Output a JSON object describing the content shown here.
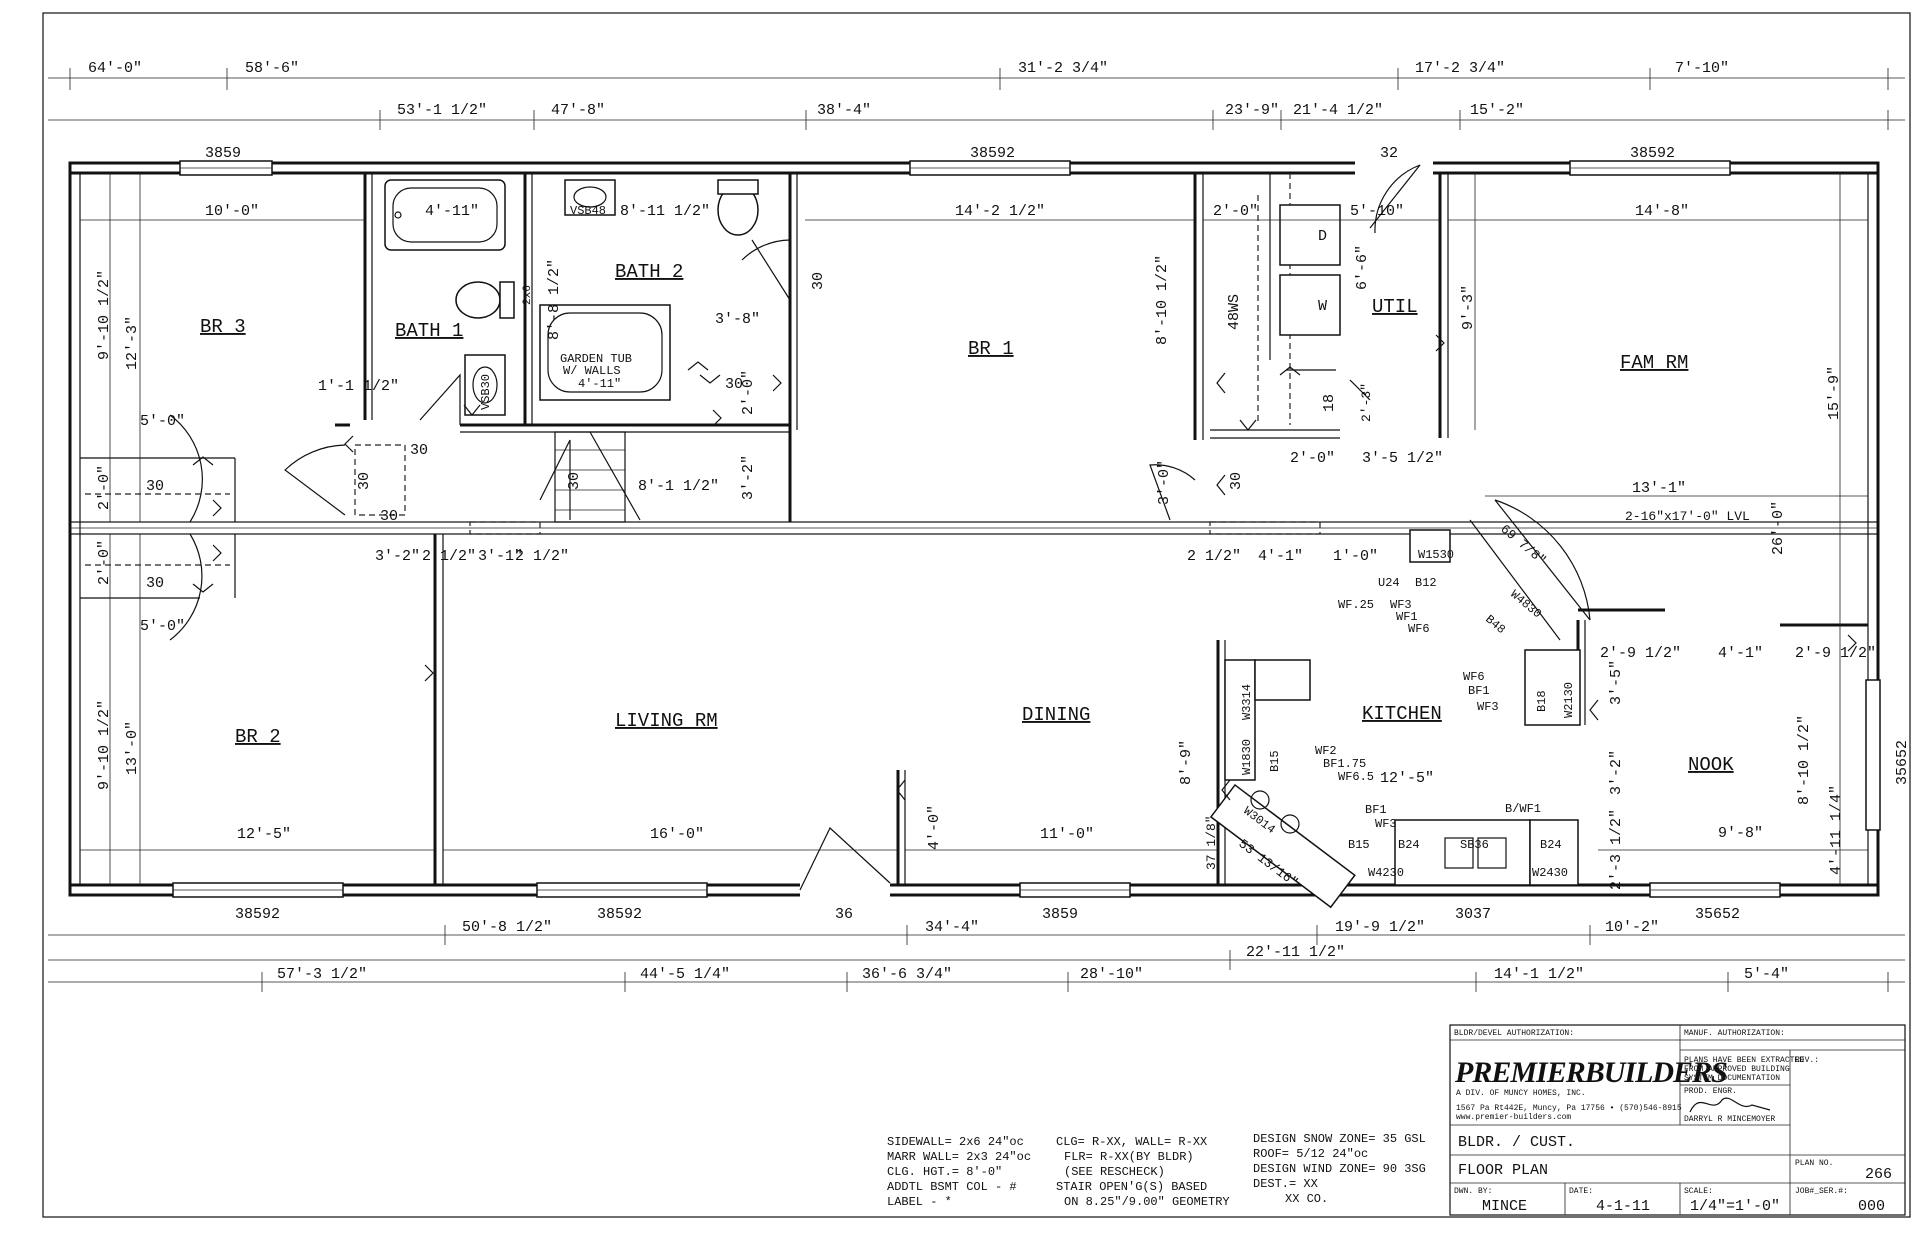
{
  "rooms": [
    {
      "key": "br3",
      "label": "BR 3"
    },
    {
      "key": "bath1",
      "label": "BATH 1"
    },
    {
      "key": "bath2",
      "label": "BATH 2"
    },
    {
      "key": "br1",
      "label": "BR 1"
    },
    {
      "key": "util",
      "label": "UTIL"
    },
    {
      "key": "famrm",
      "label": "FAM RM"
    },
    {
      "key": "br2",
      "label": "BR 2"
    },
    {
      "key": "livingrm",
      "label": "LIVING RM"
    },
    {
      "key": "dining",
      "label": "DINING"
    },
    {
      "key": "kitchen",
      "label": "KITCHEN"
    },
    {
      "key": "nook",
      "label": "NOOK"
    }
  ],
  "top_dims_row1": [
    "64'-0\"",
    "58'-6\"",
    "31'-2 3/4\"",
    "17'-2 3/4\"",
    "7'-10\""
  ],
  "top_dims_row2": [
    "53'-1 1/2\"",
    "47'-8\"",
    "38'-4\"",
    "23'-9\"",
    "21'-4 1/2\"",
    "15'-2\""
  ],
  "top_window_labels": [
    "3859",
    "38592",
    "32",
    "38592"
  ],
  "bottom_window_labels": [
    "38592",
    "38592",
    "36",
    "3859",
    "3037",
    "35652"
  ],
  "bottom_dims_row1": [
    "50'-8 1/2\"",
    "34'-4\"",
    "19'-9 1/2\"",
    "10'-2\""
  ],
  "bottom_dims_row2": [
    "22'-11 1/2\""
  ],
  "bottom_dims_row3": [
    "57'-3 1/2\"",
    "44'-5 1/4\"",
    "36'-6 3/4\"",
    "28'-10\"",
    "14'-1 1/2\"",
    "5'-4\""
  ],
  "right_window_label": "35652",
  "interior_dims": {
    "br3_width": "10'-0\"",
    "bath1_tub": "4'-11\"",
    "bath2_width": "8'-11 1/2\"",
    "br1_width": "14'-2 1/2\"",
    "util_a": "2'-0\"",
    "util_b": "5'-10\"",
    "fam_width": "14'-8\"",
    "br3_depth1": "9'-10 1/2\"",
    "br3_depth2": "12'-3\"",
    "bath2_depth": "8'-8 1/2\"",
    "wall_2x6": "2x6",
    "br1_depth": "8'-10 1/2\"",
    "util_depth": "6'-6\"",
    "fam_depth1": "9'-3\"",
    "fam_depth2": "15'-9\"",
    "fam_depth3": "26'-0\"",
    "closet_a": "1'-1 1/2\"",
    "closet_b": "5'-0\"",
    "closet_c": "2'-0\"",
    "closet_d": "30",
    "closet_e": "2'-0\"",
    "closet_f": "30",
    "closet_g": "5'-0\"",
    "hall_30a": "30",
    "hall_30b": "30",
    "hall_30c": "30",
    "stair_30": "30",
    "bath2_30": "30",
    "bath2_30b": "30",
    "br1_30": "30",
    "linen": "3'-8\"",
    "bath2_20": "2'-0\"",
    "stair_len": "8'-1 1/2\"",
    "stair_w": "3'-2\"",
    "br1_door": "3'-0\"",
    "util_20": "2'-0\"",
    "util_35": "3'-5 1/2\"",
    "util_w18": "18",
    "util_23": "2'-3\"",
    "lvl_span": "13'-1\"",
    "lvl_beam": "2-16\"x17'-0\" LVL",
    "hall_32": "3'-2\"",
    "hall_2a": "2 1/2\"",
    "hall_31": "3'-1\"",
    "hall_2b": "2 1/2\"",
    "k_2a": "2 1/2\"",
    "k_41": "4'-1\"",
    "k_10": "1'-0\"",
    "k_diag": "69 7/8\"",
    "nook_29a": "2'-9 1/2\"",
    "nook_41": "4'-1\"",
    "nook_29b": "2'-9 1/2\"",
    "nook_35": "3'-5\"",
    "nook_32": "3'-2\"",
    "nook_810": "8'-10 1/2\"",
    "nook_411": "4'-11 1/4\"",
    "nook_98": "9'-8\"",
    "nook_23": "2'-3 1/2\"",
    "br2_depth1": "9'-10 1/2\"",
    "br2_depth2": "13'-0\"",
    "br2_width": "12'-5\"",
    "liv_width": "16'-0\"",
    "din_width": "11'-0\"",
    "din_40": "4'-0\"",
    "k_89": "8'-9\"",
    "k_125": "12'-5\"",
    "k_37": "37 1/8\"",
    "k_53": "53 13/16\""
  },
  "fixture_labels": {
    "vsb48": "VSB48",
    "vsb30": "VSB30",
    "garden_tub_1": "GARDEN TUB",
    "garden_tub_2": "W/ WALLS",
    "garden_tub_3": "4'-11\"",
    "ws48": "48WS",
    "dryer": "D",
    "washer": "W",
    "w1530": "W1530",
    "u24": "U24",
    "b12": "B12",
    "w4830": "W4830",
    "b48": "B48",
    "wf25": "WF.25",
    "wf3a": "WF3",
    "wf1a": "WF1",
    "wf6a": "WF6",
    "wf6b": "WF6",
    "bf1a": "BF1",
    "wf3b": "WF3",
    "b18": "B18",
    "w2130": "W2130",
    "w3314": "W3314",
    "w1830": "W1830",
    "b15a": "B15",
    "wf2": "WF2",
    "bf175": "BF1.75",
    "wf65": "WF6.5",
    "w3014": "W3014",
    "bf1b": "BF1",
    "wf3c": "WF3",
    "b15b": "B15",
    "b24a": "B24",
    "sb36": "SB36",
    "b24b": "B24",
    "bwf1": "B/WF1",
    "w4230": "W4230",
    "w2430": "W2430"
  },
  "title_block": {
    "bldr_auth": "BLDR/DEVEL AUTHORIZATION:",
    "manuf_auth": "MANUF. AUTHORIZATION:",
    "brand": "PREMIERBUILDERS",
    "brand_sub": "A DIV. OF MUNCY HOMES, INC.",
    "address": "1567 Pa Rt442E, Muncy, Pa 17756 • (570)546-8915",
    "website": "www.premier-builders.com",
    "extracted": "PLANS HAVE BEEN EXTRACTED",
    "extracted2": "FROM APPROVED BUILDING",
    "extracted3": "SYSTEM DOCUMENTATION",
    "prod_engr": "PROD. ENGR.",
    "engineer": "DARRYL R MINCEMOYER",
    "rev": "REV.:",
    "bldr_cust": "BLDR. / CUST.",
    "sheet_title": "FLOOR PLAN",
    "plan_no_label": "PLAN NO.",
    "plan_no": "266",
    "dwn_by_label": "DWN. BY:",
    "dwn_by": "MINCE",
    "date_label": "DATE:",
    "date": "4-1-11",
    "scale_label": "SCALE:",
    "scale": "1/4\"=1'-0\"",
    "job_label": "JOB#_SER.#:",
    "job": "000"
  },
  "notes": {
    "col1": [
      "SIDEWALL= 2x6 24\"oc",
      "MARR WALL= 2x3 24\"oc",
      "CLG. HGT.= 8'-0\"",
      "ADDTL BSMT COL - #",
      "LABEL - *"
    ],
    "col2": [
      "CLG= R-XX, WALL= R-XX",
      "FLR= R-XX(BY BLDR)",
      "(SEE RESCHECK)",
      "STAIR OPEN'G(S) BASED",
      "ON 8.25\"/9.00\" GEOMETRY"
    ],
    "col3": [
      "DESIGN SNOW ZONE= 35 GSL",
      "ROOF= 5/12 24\"oc",
      "DESIGN WIND ZONE= 90 3SG",
      "DEST.= XX",
      "XX CO."
    ]
  }
}
